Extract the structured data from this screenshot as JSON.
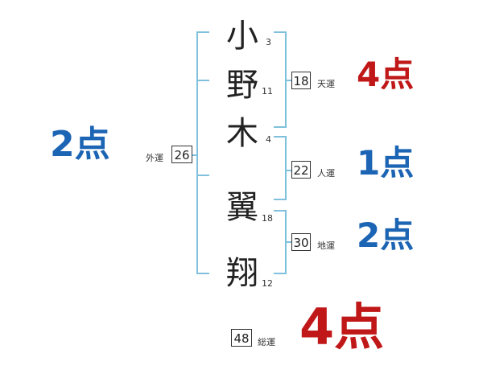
{
  "name": {
    "surname": [
      {
        "char": "小",
        "strokes": "3"
      },
      {
        "char": "野",
        "strokes": "11"
      },
      {
        "char": "木",
        "strokes": "4"
      }
    ],
    "given": [
      {
        "char": "翼",
        "strokes": "18"
      },
      {
        "char": "翔",
        "strokes": "12"
      }
    ]
  },
  "fortunes": {
    "gaiun": {
      "label": "外運",
      "value": "26",
      "score": "2点"
    },
    "tenun": {
      "label": "天運",
      "value": "18",
      "score": "4点"
    },
    "jinun": {
      "label": "人運",
      "value": "22",
      "score": "1点"
    },
    "chiun": {
      "label": "地運",
      "value": "30",
      "score": "2点"
    },
    "souun": {
      "label": "総運",
      "value": "48",
      "score": "4点"
    }
  },
  "colors": {
    "bracket": "#7fc1dc",
    "score_blue": "#1c64b4",
    "score_red": "#c01818"
  }
}
